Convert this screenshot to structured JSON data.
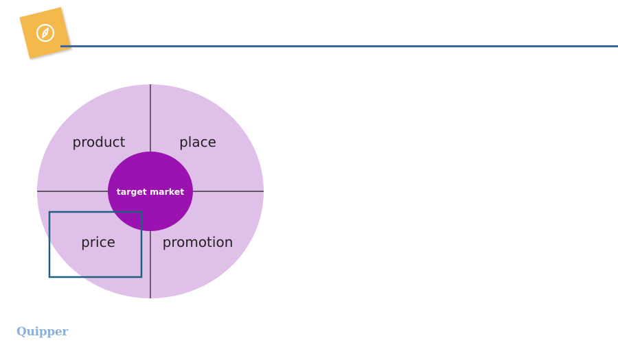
{
  "header": {
    "icon": "compass-icon",
    "accent_color": "#f5b84a",
    "rule_color": "#3b63a8"
  },
  "diagram": {
    "center_label": "target market",
    "quadrants": [
      {
        "id": "product",
        "label": "product"
      },
      {
        "id": "place",
        "label": "place"
      },
      {
        "id": "price",
        "label": "price"
      },
      {
        "id": "promotion",
        "label": "promotion"
      }
    ],
    "highlighted_quadrant": "price",
    "colors": {
      "outer_circle": "#dfc0e8",
      "center_circle": "#9a12b0",
      "highlight_box": "#1f5f80",
      "divider": "#1a1a1a"
    }
  },
  "footer": {
    "brand": "Quipper"
  }
}
